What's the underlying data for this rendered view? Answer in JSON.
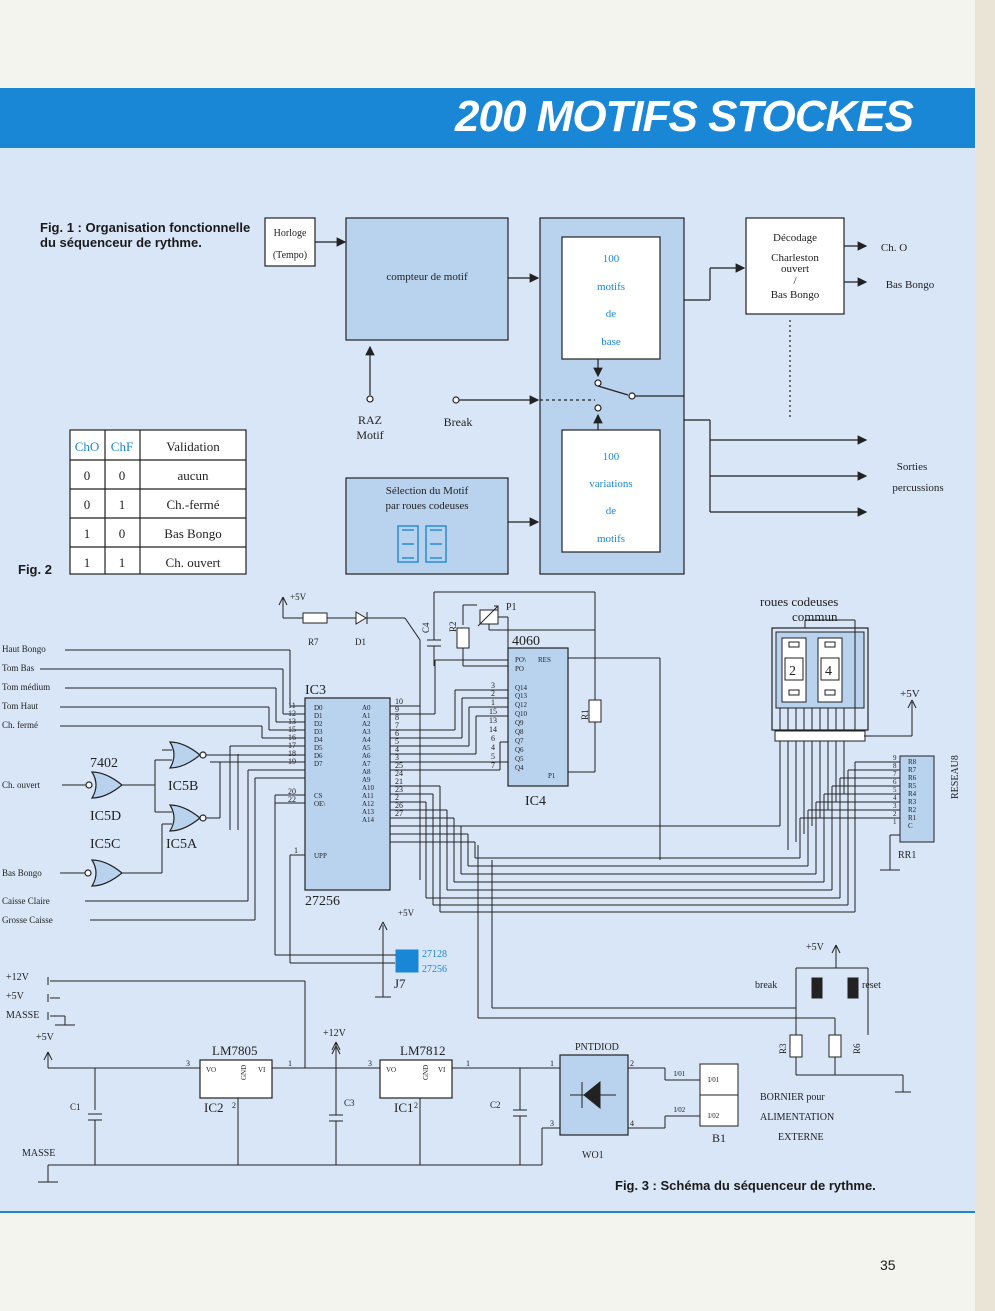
{
  "banner": {
    "title": "200 MOTIFS STOCKES"
  },
  "fig1": {
    "caption": "Fig. 1 : Organisation fonctionnelle du séquenceur de rythme.",
    "horloge": "Horloge",
    "tempo": "(Tempo)",
    "compteur": "compteur de motif",
    "raz": "RAZ",
    "motif": "Motif",
    "break": "Break",
    "selection_line1": "Sélection du Motif",
    "selection_line2": "par roues codeuses",
    "base_lines": [
      "100",
      "motifs",
      "de",
      "base"
    ],
    "var_lines": [
      "100",
      "variations",
      "de",
      "motifs"
    ],
    "decodage_lines": [
      "Décodage",
      "Charleston",
      "ouvert",
      "/",
      "Bas Bongo"
    ],
    "out_cho": "Ch. O",
    "out_bongo": "Bas Bongo",
    "sorties": "Sorties",
    "percussions": "percussions"
  },
  "fig2": {
    "label": "Fig. 2",
    "headers": [
      "ChO",
      "ChF",
      "Validation"
    ],
    "rows": [
      [
        "0",
        "0",
        "aucun"
      ],
      [
        "0",
        "1",
        "Ch.-fermé"
      ],
      [
        "1",
        "0",
        "Bas Bongo"
      ],
      [
        "1",
        "1",
        "Ch. ouvert"
      ]
    ],
    "header_color": "#1a87d6"
  },
  "fig3": {
    "caption": "Fig. 3 : Schéma du séquenceur de rythme.",
    "inputs": [
      "Haut Bongo",
      "Tom Bas",
      "Tom médium",
      "Tom Haut",
      "Ch. fermé"
    ],
    "inputs_lower": [
      "Ch. ouvert",
      "Bas Bongo",
      "Caisse Claire",
      "Grosse Caisse"
    ],
    "gate_7402": "7402",
    "ic5b": "IC5B",
    "ic5d": "IC5D",
    "ic5c": "IC5C",
    "ic5a": "IC5A",
    "ic3": "IC3",
    "ic3_part": "27256",
    "ic3_left": [
      "D0",
      "D1",
      "D2",
      "D3",
      "D4",
      "D5",
      "D6",
      "D7",
      "",
      "CS",
      "OE\\",
      "",
      "",
      "",
      "UPP"
    ],
    "ic3_right": [
      "A0",
      "A1",
      "A2",
      "A3",
      "A4",
      "A5",
      "A6",
      "A7",
      "A8",
      "A9",
      "A10",
      "A11",
      "A12",
      "A13",
      "A14"
    ],
    "ic3_lpins": [
      "11",
      "12",
      "13",
      "15",
      "16",
      "17",
      "18",
      "19",
      "20",
      "22",
      "1"
    ],
    "ic3_rpins": [
      "10",
      "9",
      "8",
      "7",
      "6",
      "5",
      "4",
      "3",
      "25",
      "24",
      "21",
      "23",
      "2",
      "26",
      "27"
    ],
    "ic4": "IC4",
    "ic4_part": "4060",
    "ic4_pins_left": [
      "Q14",
      "Q13",
      "Q12",
      "Q10",
      "Q9",
      "Q8",
      "Q7",
      "Q6",
      "Q5",
      "Q4"
    ],
    "ic4_pnum": [
      "3",
      "2",
      "1",
      "15",
      "13",
      "14",
      "6",
      "4",
      "5",
      "7"
    ],
    "ic4_top": [
      "PO\\",
      "PO"
    ],
    "ic4_res": "RES",
    "ic4_p1": "P1",
    "plus5v": "+5V",
    "r7": "R7",
    "d1": "D1",
    "c4": "C4",
    "r2": "R2",
    "p1": "P1",
    "r1": "R1",
    "j7": "J7",
    "j7_a": "27128",
    "j7_b": "27256",
    "roues": "roues codeuses",
    "commun": "commun",
    "digits": [
      "2",
      "4"
    ],
    "reseau": "RESEAU8",
    "rr1": "RR1",
    "reseau_pins": [
      "R8",
      "R7",
      "R6",
      "R5",
      "R4",
      "R3",
      "R2",
      "R1",
      "C"
    ],
    "reseau_nums": [
      "9",
      "8",
      "7",
      "6",
      "5",
      "4",
      "3",
      "2",
      "1"
    ],
    "break": "break",
    "reset": "reset",
    "r3": "R3",
    "r6": "R6",
    "plus12v": "+12V",
    "masse": "MASSE",
    "lm7805": "LM7805",
    "lm7812": "LM7812",
    "ic2": "IC2",
    "ic1": "IC1",
    "c1": "C1",
    "c2": "C2",
    "c3": "C3",
    "pntdiod": "PNTDIOD",
    "wo1": "WO1",
    "b1": "B1",
    "i01": "I/01",
    "i02": "I/02",
    "reg_labels": [
      "VO",
      "VI",
      "GND"
    ],
    "bornier_lines": [
      "BORNIER pour",
      "ALIMENTATION",
      "EXTERNE"
    ],
    "num1": "1",
    "num2": "2",
    "num3": "3",
    "num4": "4"
  },
  "page_number": "35"
}
